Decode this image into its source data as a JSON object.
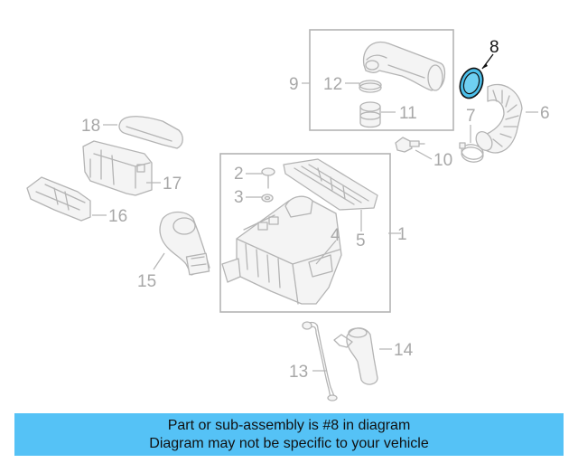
{
  "diagram": {
    "callouts": {
      "c1": "1",
      "c2": "2",
      "c3": "3",
      "c4": "4",
      "c5": "5",
      "c6": "6",
      "c7": "7",
      "c8": "8",
      "c9": "9",
      "c10": "10",
      "c11": "11",
      "c12": "12",
      "c13": "13",
      "c14": "14",
      "c15": "15",
      "c16": "16",
      "c17": "17",
      "c18": "18"
    },
    "highlighted_part": "8",
    "colors": {
      "highlight_fill": "#4bbfea",
      "line_gray": "#b4b4b4",
      "banner_bg": "#55c2f6"
    }
  },
  "banner": {
    "line1": "Part or sub-assembly is #8 in diagram",
    "line2": "Diagram may not be specific to your vehicle"
  }
}
